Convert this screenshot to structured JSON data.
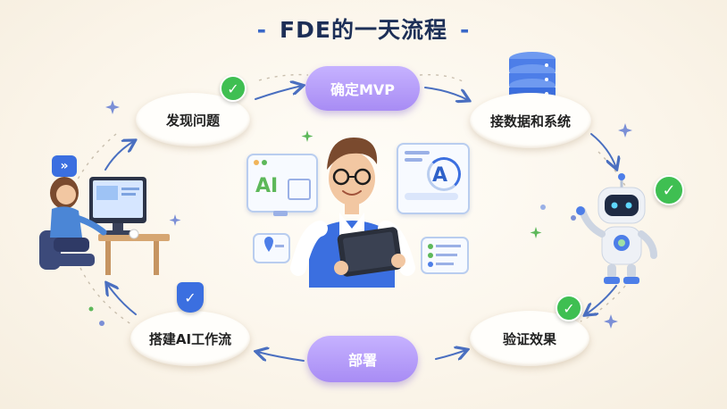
{
  "title": "FDE的一天流程",
  "title_dash": "-",
  "steps": {
    "define_mvp": "确定MVP",
    "find_problem": "发现问题",
    "connect_data": "接数据和系统",
    "build_ai": "搭建AI工作流",
    "deploy": "部署",
    "verify": "验证效果"
  },
  "center_card_left_label": "AI",
  "center_card_right_label": "A",
  "check_glyph": "✓",
  "badge_glyph": "»",
  "colors": {
    "title": "#1d2f57",
    "accent_blue": "#3b6fe0",
    "pill_purple": "#a88cf4",
    "check_green": "#3fbf52",
    "arrow_blue": "#4a6fc0"
  }
}
